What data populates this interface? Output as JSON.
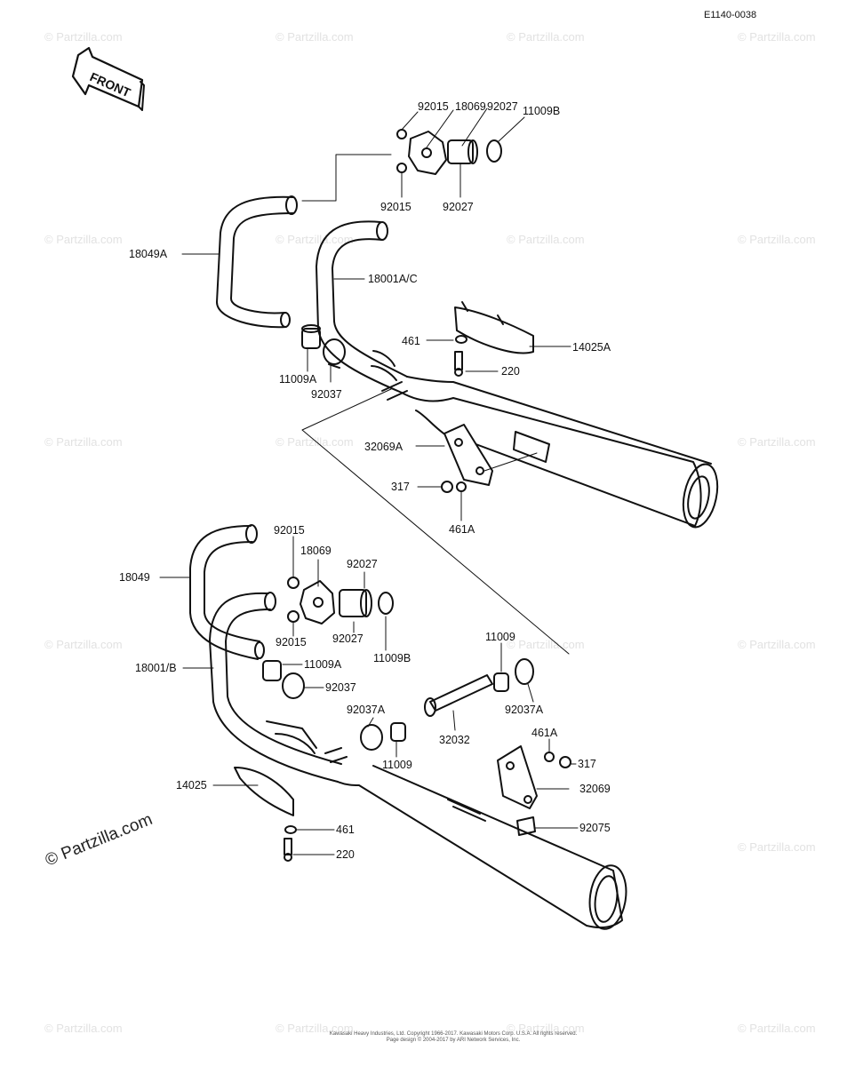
{
  "diagram_code": "E1140-0038",
  "front_label": "FRONT",
  "watermark": "© Partzilla.com",
  "footer": [
    "Kawasaki Heavy Industries, Ltd. Copyright 1966-2017. Kawasaki Motors Corp. U.S.A. All rights reserved.",
    "Page design © 2004-2017 by ARI Network Services, Inc."
  ],
  "labels": {
    "upper_92015_top": "92015",
    "upper_18069": "18069",
    "upper_92027_top": "92027",
    "upper_11009B": "11009B",
    "upper_92015_bottom": "92015",
    "upper_92027_bottom": "92027",
    "upper_18049A": "18049A",
    "upper_18001AC": "18001A/C",
    "upper_461": "461",
    "upper_14025A": "14025A",
    "upper_220": "220",
    "upper_11009A": "11009A",
    "upper_92037": "92037",
    "upper_32069A": "32069A",
    "upper_317": "317",
    "upper_461A": "461A",
    "lower_92015_top": "92015",
    "lower_18069": "18069",
    "lower_92027_top": "92027",
    "lower_18049": "18049",
    "lower_92015_bottom": "92015",
    "lower_92027_bottom": "92027",
    "lower_11009B": "11009B",
    "lower_18001B": "18001/B",
    "lower_11009A": "11009A",
    "lower_92037": "92037",
    "lower_11009_right": "11009",
    "lower_92037A_right": "92037A",
    "lower_92037A_mid": "92037A",
    "lower_32032": "32032",
    "lower_11009_mid": "11009",
    "lower_461A": "461A",
    "lower_317": "317",
    "lower_32069": "32069",
    "lower_92075": "92075",
    "lower_14025": "14025",
    "lower_461": "461",
    "lower_220": "220"
  }
}
